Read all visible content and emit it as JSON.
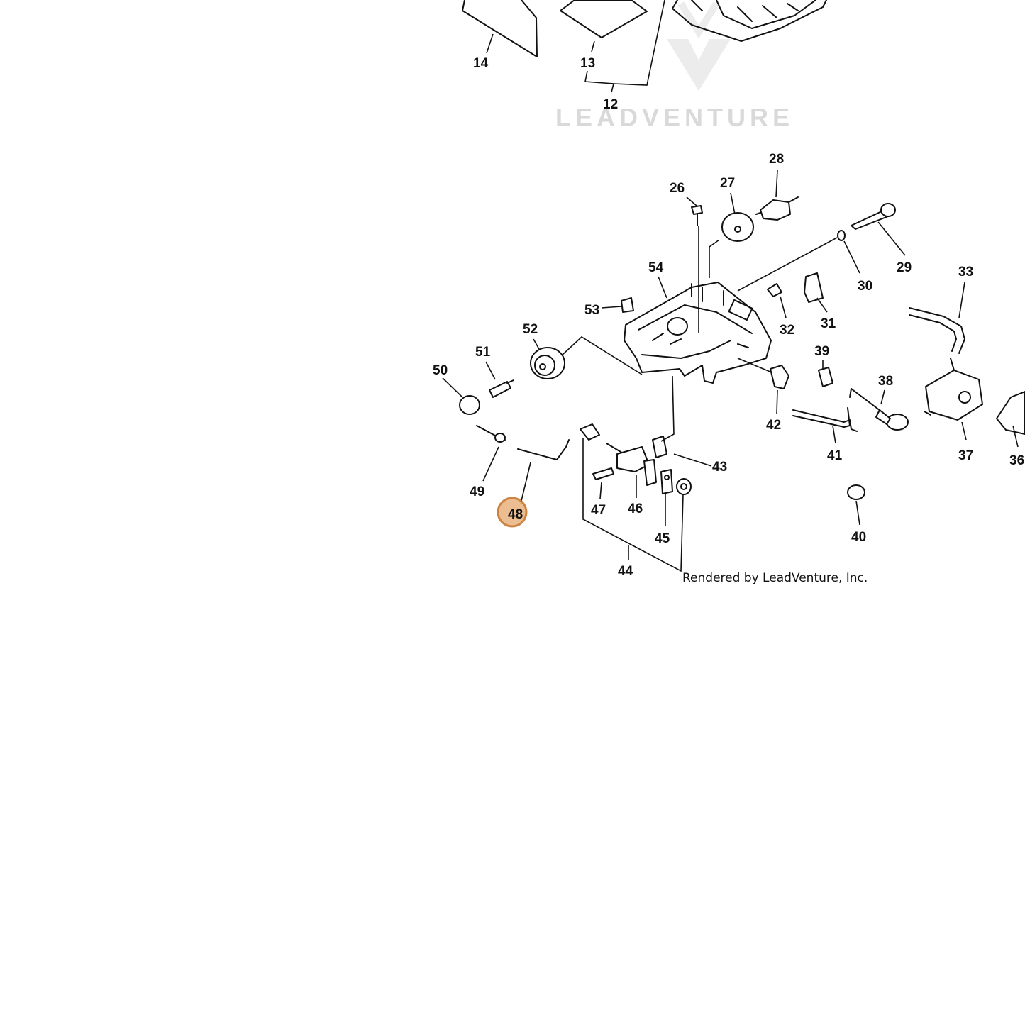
{
  "watermark": {
    "text": "LEADVENTURE"
  },
  "credit": "Rendered by LeadVenture, Inc.",
  "highlight": {
    "part": "48",
    "color": "#e9b684"
  },
  "callouts": {
    "c12": "12",
    "c13": "13",
    "c14": "14",
    "c26": "26",
    "c27": "27",
    "c28": "28",
    "c29": "29",
    "c30": "30",
    "c31": "31",
    "c32": "32",
    "c33": "33",
    "c36": "36",
    "c37": "37",
    "c38": "38",
    "c39": "39",
    "c40": "40",
    "c41": "41",
    "c42": "42",
    "c43": "43",
    "c44": "44",
    "c45": "45",
    "c46": "46",
    "c47": "47",
    "c48": "48",
    "c49": "49",
    "c50": "50",
    "c51": "51",
    "c52": "52",
    "c53": "53",
    "c54": "54"
  }
}
